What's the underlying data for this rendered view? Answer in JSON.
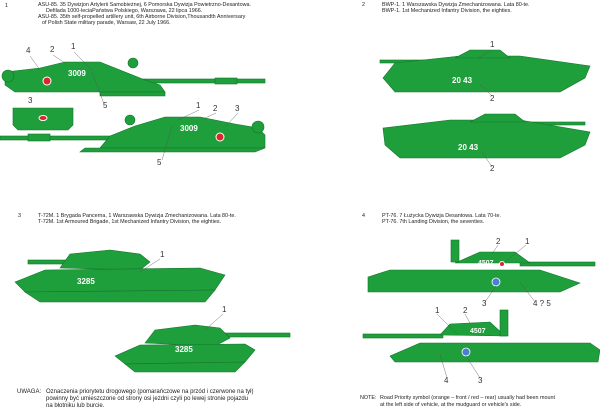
{
  "sections": [
    {
      "marker": "1",
      "lines": [
        "ASU-85. 35 Dywizjon Artylerii Samobieżnej, 6 Pomorska Dywizja Powietrzno-Desantowa.",
        "Defilada 1000-leciaPaństwa Polskiego, Warszawa, 22 lipca 1966.",
        "ASU-85. 35th self-propelled artillery unit, 6th Airborne Division,Thousandth Anniversary",
        "of Polish State military parade, Warsaw, 22 July 1966."
      ],
      "vehicle_number": "3009",
      "callouts_a": [
        "4",
        "2",
        "1",
        "5"
      ],
      "callouts_rear": [
        "3"
      ],
      "callouts_b": [
        "1",
        "2",
        "3",
        "5"
      ]
    },
    {
      "marker": "2",
      "lines": [
        "BWP-1. 1 Warszawska Dywizja Zmechanizowana. Lata 80-te.",
        "BWP-1. 1st Mechanized Infantry Division, the eighties."
      ],
      "vehicle_number": "20  43",
      "callouts_a": [
        "1",
        "2"
      ],
      "callouts_b": [
        "2"
      ]
    },
    {
      "marker": "3",
      "lines": [
        "T-72M. 1 Brygada Pancerna, 1 Warszawska Dywizja Zmechanizowana. Lata 80-te.",
        "T-72M. 1st Armoured Brigade, 1st Mechanized Infantry Division, the eighties."
      ],
      "vehicle_number": "3285",
      "callouts_a": [
        "1"
      ],
      "callouts_b": [
        "1"
      ]
    },
    {
      "marker": "4",
      "lines": [
        "PT-76. 7 Łużycka Dywizja Desantowa. Lata 70-te.",
        "PT-76. 7th Landing Division, the seventies."
      ],
      "vehicle_number": "4507",
      "callouts_a": [
        "2",
        "1",
        "3",
        "4 ? 5"
      ],
      "callouts_b": [
        "1",
        "2",
        "4",
        "3"
      ]
    }
  ],
  "notes": {
    "pl_label": "UWAGA:",
    "pl_lines": [
      "Oznaczenia priorytetu drogowego (pomarańczowe na przód i czerwone na tył)",
      "powinny być umieszczone od strony osi jezdni czyli po lewej stronie pojazdu",
      "na błotniku lub burcie."
    ],
    "en_label": "NOTE:",
    "en_lines": [
      "Road Priority symbol (orange – front / red – rear) usually had been mount",
      "at the left side of vehicle, at the mudguard or vehicle's side."
    ]
  },
  "colors": {
    "vehicle_green": "#1f9e3c",
    "dark_green": "#14762b",
    "roundel_red": "#d9272e"
  }
}
